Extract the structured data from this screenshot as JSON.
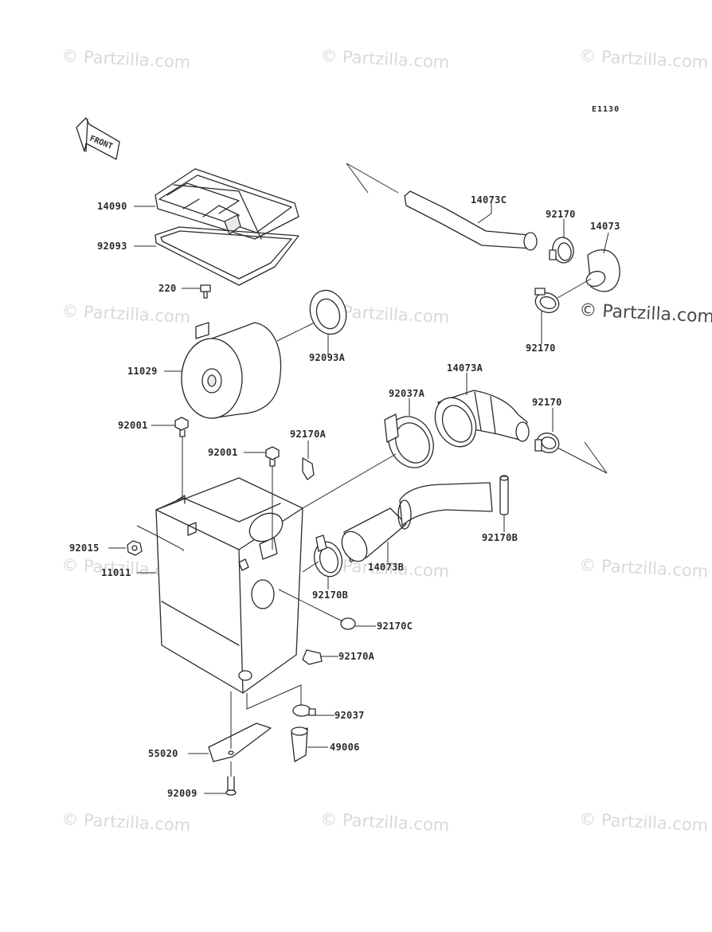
{
  "diagram_code": "E1130",
  "front_arrow_text": "FRONT",
  "watermarks": [
    "© Partzilla.com",
    "© Partzilla.com",
    "© Partzilla.com",
    "© Partzilla.com",
    "© Partzilla.com",
    "© Partzilla.com",
    "© Partzilla.com",
    "© Partzilla.com",
    "© Partzilla.com",
    "© Partzilla.com",
    "© Partzilla.com",
    "© Partzilla.com"
  ],
  "parts": [
    {
      "id": "p14090",
      "label": "14090"
    },
    {
      "id": "p92093",
      "label": "92093"
    },
    {
      "id": "p220",
      "label": "220"
    },
    {
      "id": "p11029",
      "label": "11029"
    },
    {
      "id": "p92093A",
      "label": "92093A"
    },
    {
      "id": "p92001a",
      "label": "92001"
    },
    {
      "id": "p92001b",
      "label": "92001"
    },
    {
      "id": "p92170A_top",
      "label": "92170A"
    },
    {
      "id": "p92015",
      "label": "92015"
    },
    {
      "id": "p11011",
      "label": "11011"
    },
    {
      "id": "p14073C",
      "label": "14073C"
    },
    {
      "id": "p92170_a",
      "label": "92170"
    },
    {
      "id": "p14073",
      "label": "14073"
    },
    {
      "id": "p92170_b",
      "label": "92170"
    },
    {
      "id": "p14073A",
      "label": "14073A"
    },
    {
      "id": "p92037A",
      "label": "92037A"
    },
    {
      "id": "p92170_c",
      "label": "92170"
    },
    {
      "id": "p92170B_a",
      "label": "92170B"
    },
    {
      "id": "p14073B",
      "label": "14073B"
    },
    {
      "id": "p92170B_b",
      "label": "92170B"
    },
    {
      "id": "p92170C",
      "label": "92170C"
    },
    {
      "id": "p92170A_bot",
      "label": "92170A"
    },
    {
      "id": "p92037",
      "label": "92037"
    },
    {
      "id": "p49006",
      "label": "49006"
    },
    {
      "id": "p55020",
      "label": "55020"
    },
    {
      "id": "p92009",
      "label": "92009"
    }
  ]
}
